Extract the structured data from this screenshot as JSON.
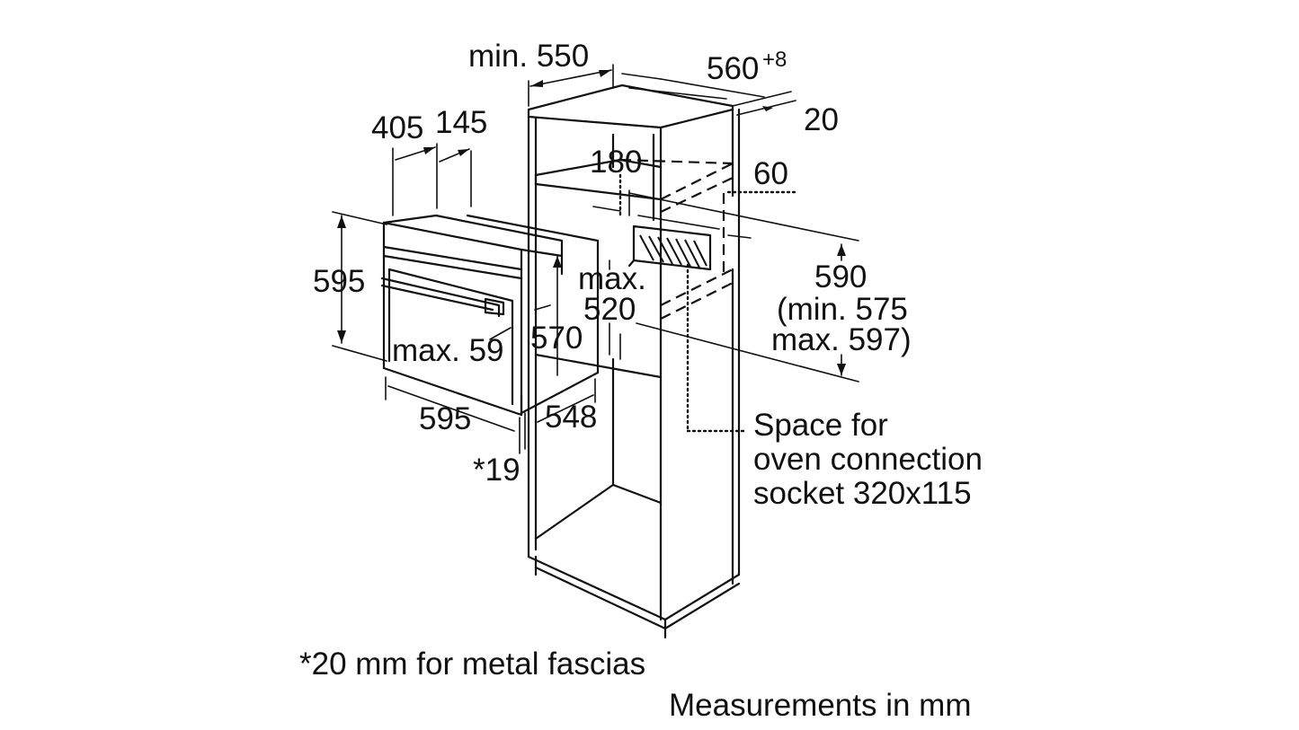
{
  "labels": {
    "min550": "min. 550",
    "w560": "560",
    "w560_sup": "+8",
    "d20": "20",
    "d405": "405",
    "d145": "145",
    "d180": "180",
    "d60": "60",
    "h595": "595",
    "max_a": "max.",
    "max_b": "520",
    "h590": "590",
    "h590_min": "(min. 575",
    "h590_max": "max. 597)",
    "max59": "max. 59",
    "d570": "570",
    "w595": "595",
    "d548": "548",
    "d19": "*19",
    "socket_1": "Space for",
    "socket_2": "oven connection",
    "socket_3": "socket 320x115",
    "footnote": "*20 mm for metal fascias",
    "units": "Measurements in mm"
  }
}
